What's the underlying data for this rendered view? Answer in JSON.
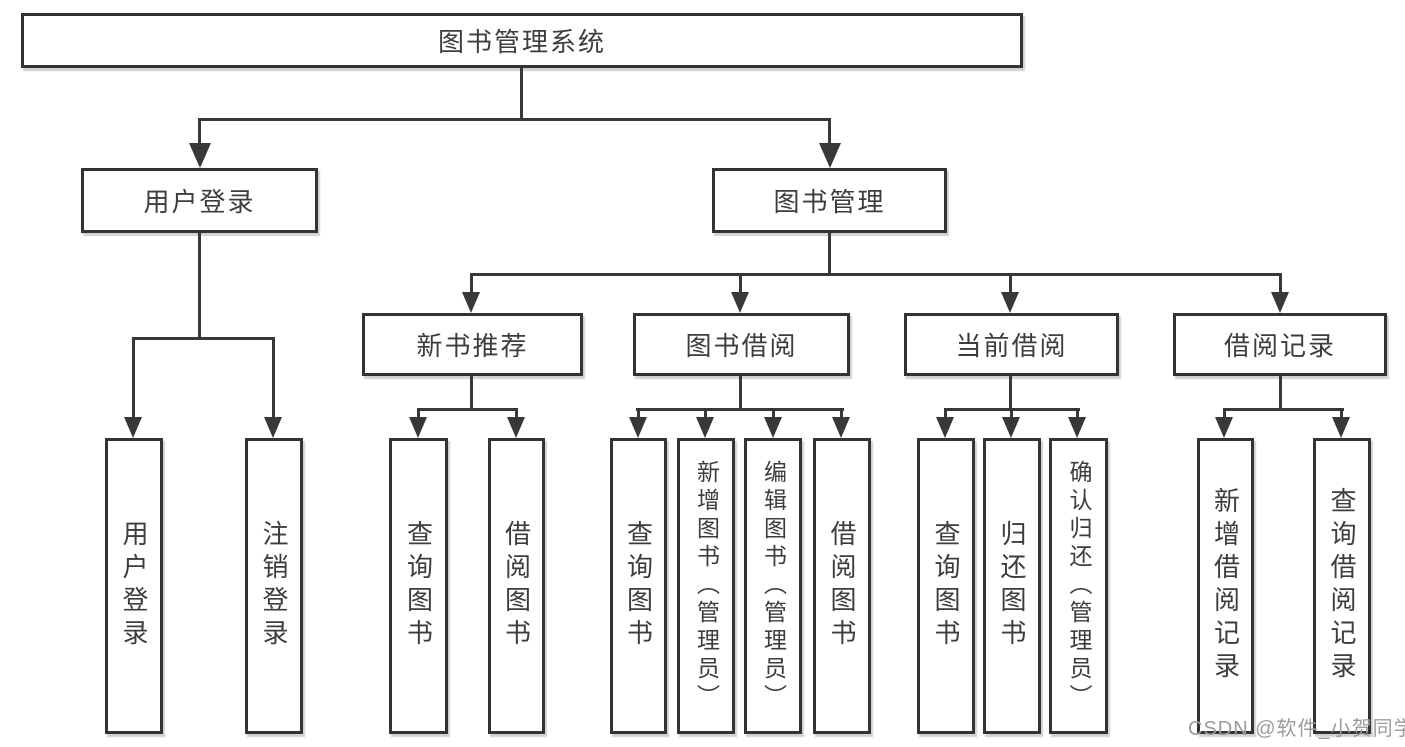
{
  "diagram": {
    "root": {
      "label": "图书管理系统"
    },
    "level2": [
      "用户登录",
      "图书管理"
    ],
    "level3": [
      "新书推荐",
      "图书借阅",
      "当前借阅",
      "借阅记录"
    ],
    "leaves": {
      "login": [
        "用户登录",
        "注销登录"
      ],
      "recommend": [
        "查询图书",
        "借阅图书"
      ],
      "borrow": [
        "查询图书",
        "新增图书（管理员）",
        "编辑图书（管理员）",
        "借阅图书"
      ],
      "current": [
        "查询图书",
        "归还图书",
        "确认归还（管理员）"
      ],
      "records": [
        "新增借阅记录",
        "查询借阅记录"
      ]
    }
  },
  "watermark": "CSDN @软件_小贺同学",
  "colors": {
    "line": "#383838",
    "border": "#333333",
    "text": "#3d3d3d",
    "watermark_text": "#9c9c9c",
    "background": "#ffffff"
  }
}
